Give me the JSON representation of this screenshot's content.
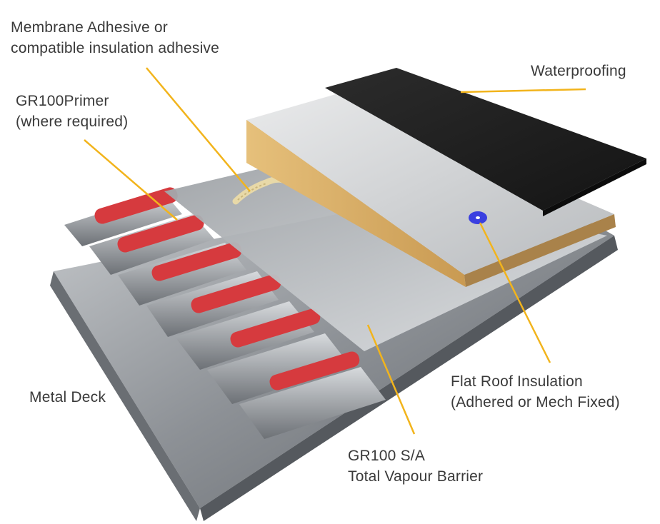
{
  "labels": {
    "membrane_adhesive": {
      "line1": "Membrane Adhesive or",
      "line2": "compatible  insulation adhesive"
    },
    "primer": {
      "line1": "GR100Primer",
      "line2": "(where required)"
    },
    "waterproofing": {
      "line1": "Waterproofing"
    },
    "metal_deck": {
      "line1": "Metal Deck"
    },
    "insulation": {
      "line1": "Flat Roof Insulation",
      "line2": "(Adhered or Mech Fixed)"
    },
    "vapour_barrier": {
      "line1": "GR100 S/A",
      "line2": "Total Vapour Barrier"
    }
  },
  "colors": {
    "leader_line": "#f2b41c",
    "primer_red": "#d63a3e",
    "waterproofing": "#1f1f1f",
    "insulation": "#d9b06a",
    "fixing_washer": "#3a3fe0",
    "metal": "#9a9ea2",
    "vapour_barrier": "#b9bcbf"
  }
}
